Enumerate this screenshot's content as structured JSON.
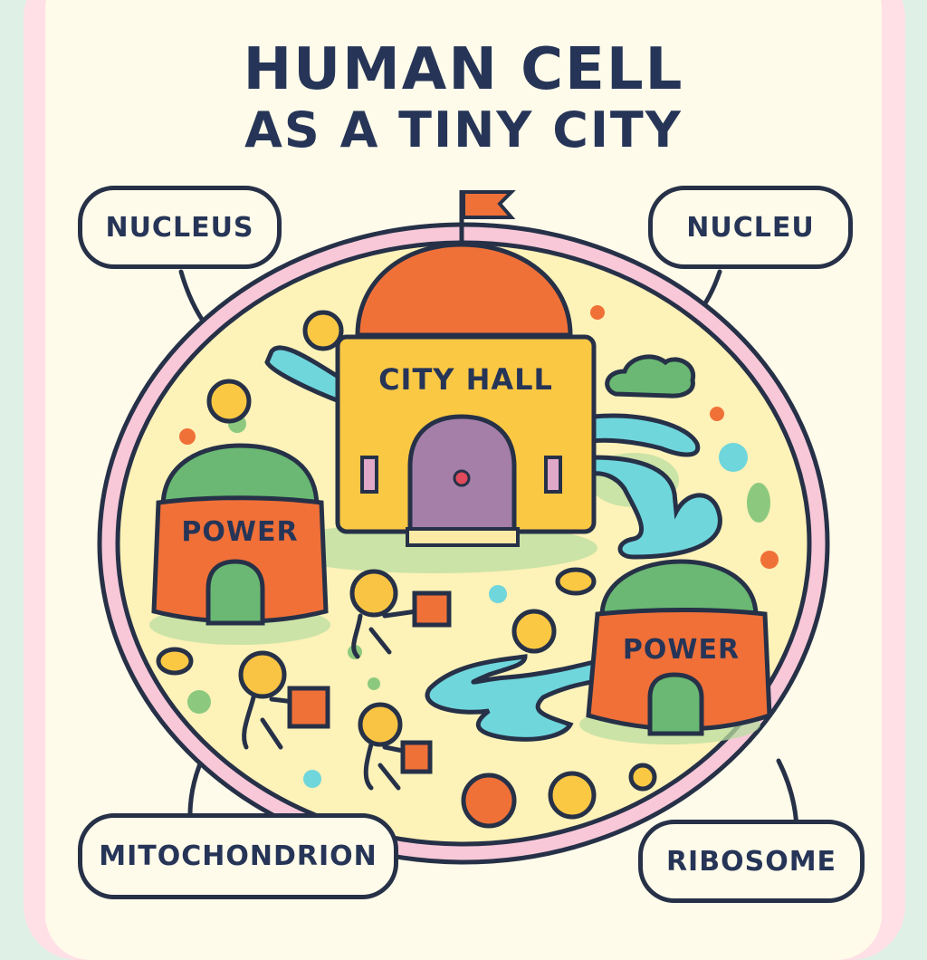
{
  "title": {
    "line1": "HUMAN CELL",
    "line2": "AS A TINY CITY"
  },
  "labels": {
    "top_left": "NUCLEUS",
    "top_right": "NUCLEU",
    "bottom_left": "MITOCHONDRION",
    "bottom_right": "RIBOSOME"
  },
  "buildings": {
    "city_hall": "CITY HALL",
    "power_left": "POWER",
    "power_right": "POWER"
  },
  "colors": {
    "background": "#dff0e6",
    "frame": "#ffe0e6",
    "paper": "#fffbea",
    "outline": "#263148",
    "text": "#263557",
    "cytoplasm": "#fdf2b8",
    "membrane": "#f8c8d8",
    "dome_orange": "#f07138",
    "hall_yellow": "#fbc844",
    "door_purple": "#a57fa8",
    "power_orange": "#f07038",
    "power_green": "#6ab873",
    "river_cyan": "#6fd6dc",
    "worker_yellow": "#f9c443"
  }
}
